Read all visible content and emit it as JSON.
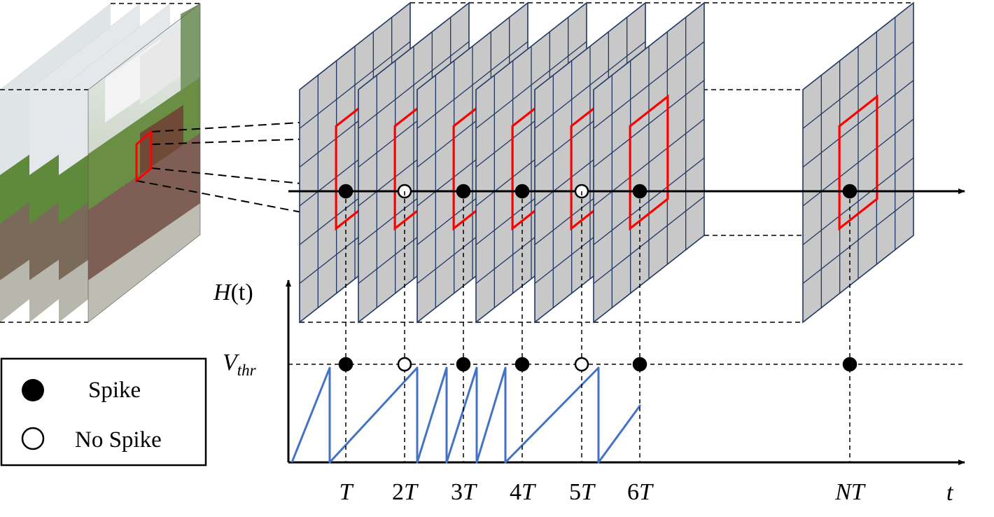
{
  "legend": {
    "items": [
      {
        "symbol": "filled-circle",
        "label": "Spike"
      },
      {
        "symbol": "hollow-circle",
        "label": "No Spike"
      }
    ]
  },
  "axis": {
    "y_label_main": "H",
    "y_label_arg": "(t)",
    "threshold_main": "V",
    "threshold_sub": "thr",
    "x_label": "t"
  },
  "ticks": [
    {
      "coef": "",
      "sym": "T",
      "spike": true
    },
    {
      "coef": "2",
      "sym": "T",
      "spike": false
    },
    {
      "coef": "3",
      "sym": "T",
      "spike": true
    },
    {
      "coef": "4",
      "sym": "T",
      "spike": true
    },
    {
      "coef": "5",
      "sym": "T",
      "spike": false
    },
    {
      "coef": "6",
      "sym": "T",
      "spike": true
    },
    {
      "coef": "N",
      "sym": "T",
      "spike": true
    }
  ],
  "colors": {
    "grid_fill": "#c8c8c8",
    "grid_line": "#203864",
    "roi": "#ff0000",
    "signal": "#4472c4",
    "axis": "#000000"
  }
}
